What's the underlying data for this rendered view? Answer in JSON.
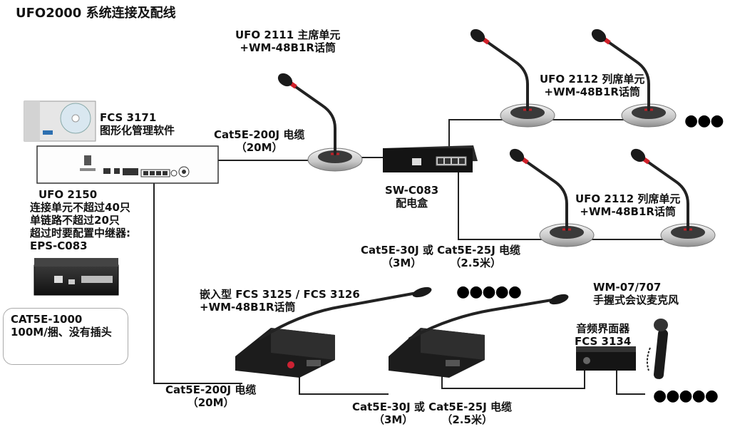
{
  "title": "UFO2000 系统连接及配线",
  "chairman": {
    "line1": "UFO 2111 主席单元",
    "line2": "+WM-48B1R话筒"
  },
  "delegate_top": {
    "line1": "UFO 2112 列席单元",
    "line2": "+WM-48B1R话筒"
  },
  "delegate_mid": {
    "line1": "UFO 2112 列席单元",
    "line2": "+WM-48B1R话筒"
  },
  "software": {
    "line1": "FCS 3171",
    "line2": "图形化管理软件"
  },
  "cable_main": {
    "line1": "Cat5E-200J 电缆",
    "line2": "（20M）"
  },
  "distributor": {
    "line1": "SW-C083",
    "line2": "配电盒"
  },
  "cable_short_top": {
    "line1": "Cat5E-30J 或 Cat5E-25J 电缆",
    "line2a": "（3M）",
    "line2b": "（2.5米）"
  },
  "controller": {
    "line1": "UFO 2150",
    "line2": "连接单元不超过40只",
    "line3": "单链路不超过20只",
    "line4": "超过时要配置中继器:",
    "line5": "EPS-C083"
  },
  "cable_roll": {
    "line1": "CAT5E-1000",
    "line2": "100M/捆、没有插头"
  },
  "embedded": {
    "line1": "嵌入型 FCS 3125 / FCS 3126",
    "line2": "+WM-48B1R话筒"
  },
  "handheld": {
    "line1": "WM-07/707",
    "line2": "手握式会议麦克风"
  },
  "audio_interface": {
    "line1": "音频界面器",
    "line2": "FCS 3134"
  },
  "cable_bottom_left": {
    "line1": "Cat5E-200J 电缆",
    "line2": "（20M）"
  },
  "cable_bottom_mid": {
    "line1": "Cat5E-30J 或 Cat5E-25J 电缆",
    "line2a": "（3M）",
    "line2b": "（2.5米）"
  },
  "continuation": "●●●",
  "continuation_long": "●●●●●",
  "colors": {
    "line": "#222222",
    "device_dark": "#1f1f1f",
    "base_silver": "#c9c9c9",
    "mic_ring": "#d0202a"
  }
}
